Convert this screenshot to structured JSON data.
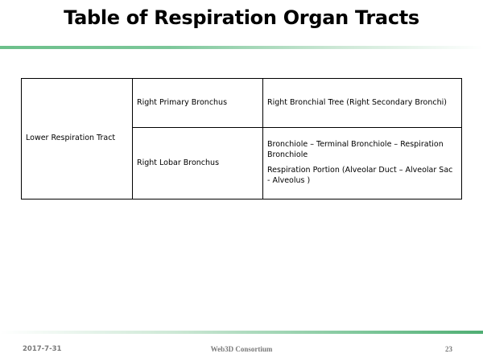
{
  "slide": {
    "title": "Table of Respiration Organ Tracts"
  },
  "table": {
    "tract": "Lower Respiration Tract",
    "rows": [
      {
        "bronchus": "Right Primary Bronchus",
        "detail_lines": [
          "Right Bronchial Tree (Right Secondary Bronchi)"
        ]
      },
      {
        "bronchus": "Right Lobar Bronchus",
        "detail_lines": [
          "Bronchiole – Terminal Bronchiole – Respiration Bronchiole",
          "Respiration Portion (Alveolar Duct – Alveolar Sac - Alveolus )"
        ]
      }
    ]
  },
  "footer": {
    "date": "2017-7-31",
    "organization": "Web3D Consortium",
    "page_number": "23"
  },
  "colors": {
    "accent_green": "#6cc08a",
    "footer_text": "#7a7a7a"
  }
}
